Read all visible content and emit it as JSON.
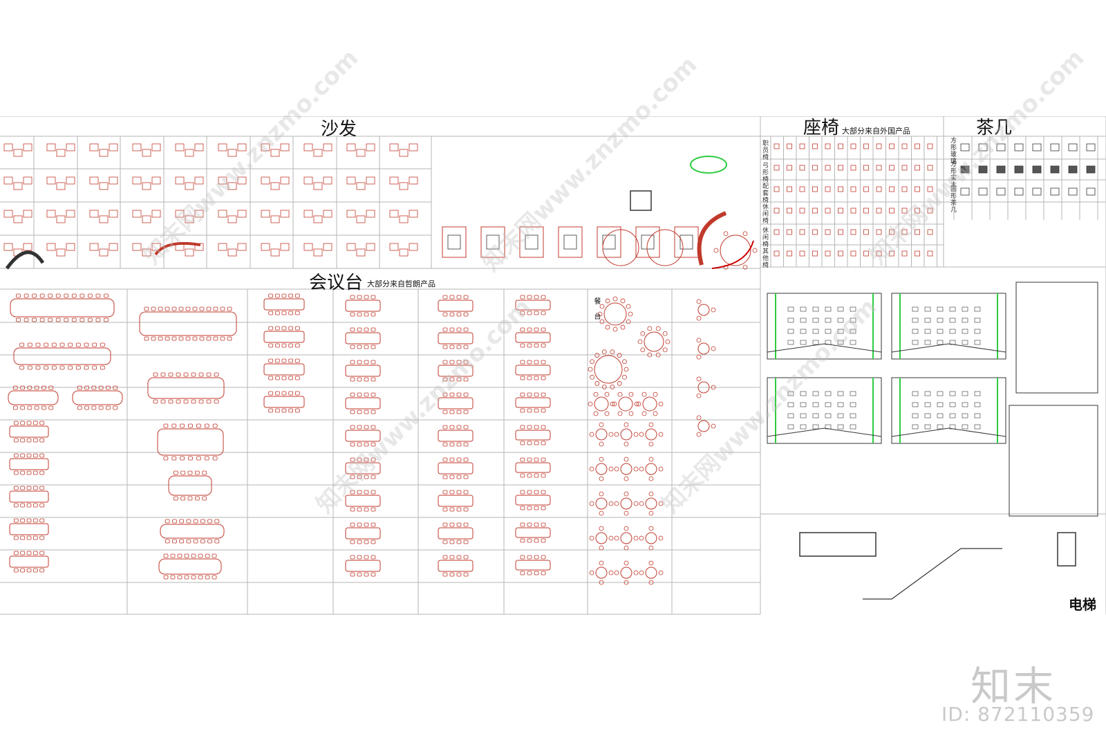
{
  "titles": {
    "sofa": "沙发",
    "seating": "座椅",
    "seating_note": "大部分来自外国产品",
    "tea_table": "茶几",
    "conference": "会议台",
    "conference_note": "大部分来自哲朗产品",
    "elevator": "电梯",
    "dining": "餐台"
  },
  "seating_rows": [
    "职员椅",
    "弓形椅",
    "配套椅",
    "休闲椅",
    "休闲椅",
    "其他椅"
  ],
  "tea_rows": [
    "方形玻璃",
    "方形实木",
    "圆形茶几"
  ],
  "watermark": "知末网www.znzmo.com",
  "brand": "知末",
  "image_id": "ID: 872110359",
  "colors": {
    "line": "#b5b5b5",
    "furniture": "#c0392b",
    "green": "#2ecc40",
    "dark": "#333333"
  }
}
